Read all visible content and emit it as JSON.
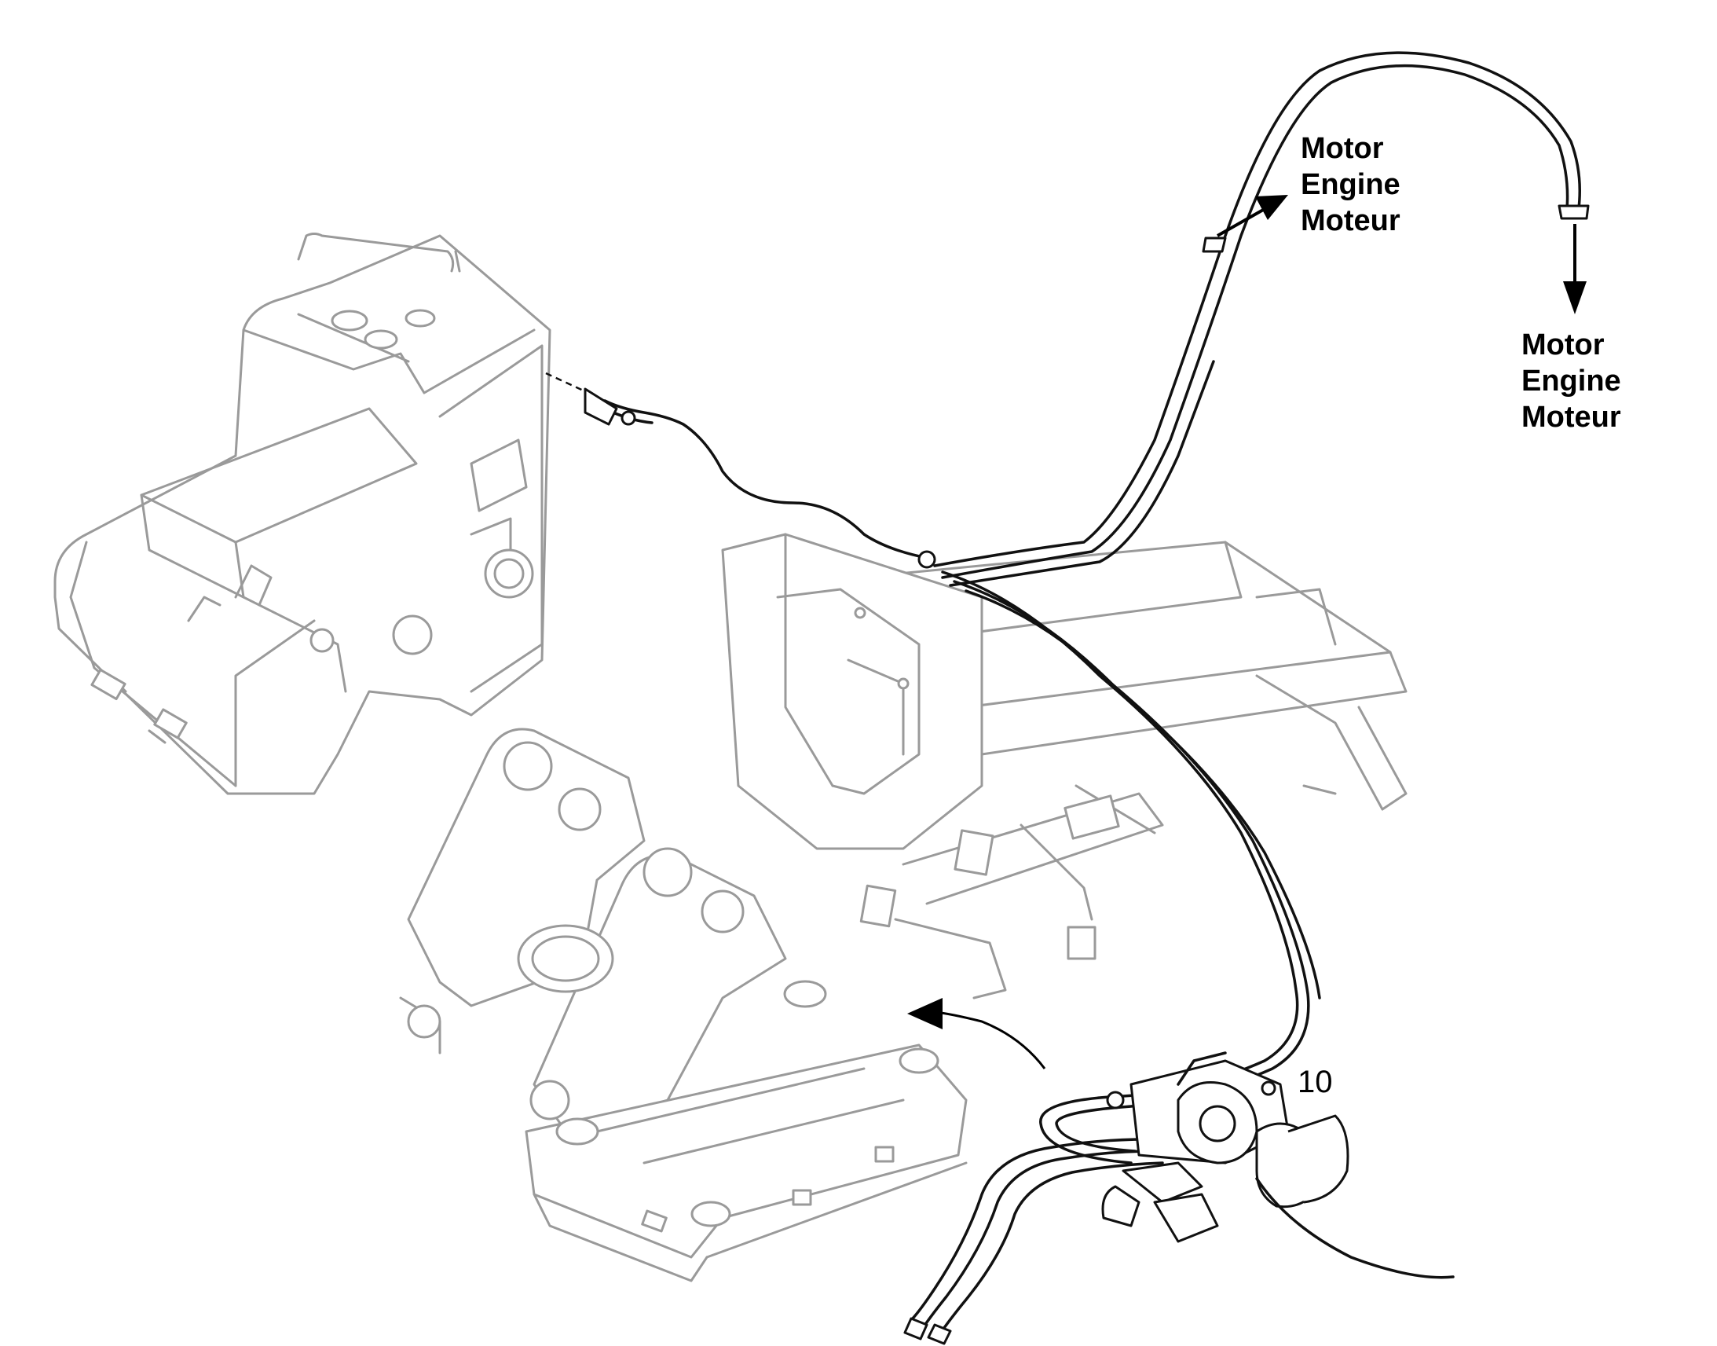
{
  "labels": {
    "engine_top": [
      "Motor",
      "Engine",
      "Moteur"
    ],
    "engine_right": [
      "Motor",
      "Engine",
      "Moteur"
    ],
    "callout_10": "10"
  },
  "colors": {
    "background": "#ffffff",
    "ink": "#111111",
    "frame_gray": "#9a9a9a"
  }
}
